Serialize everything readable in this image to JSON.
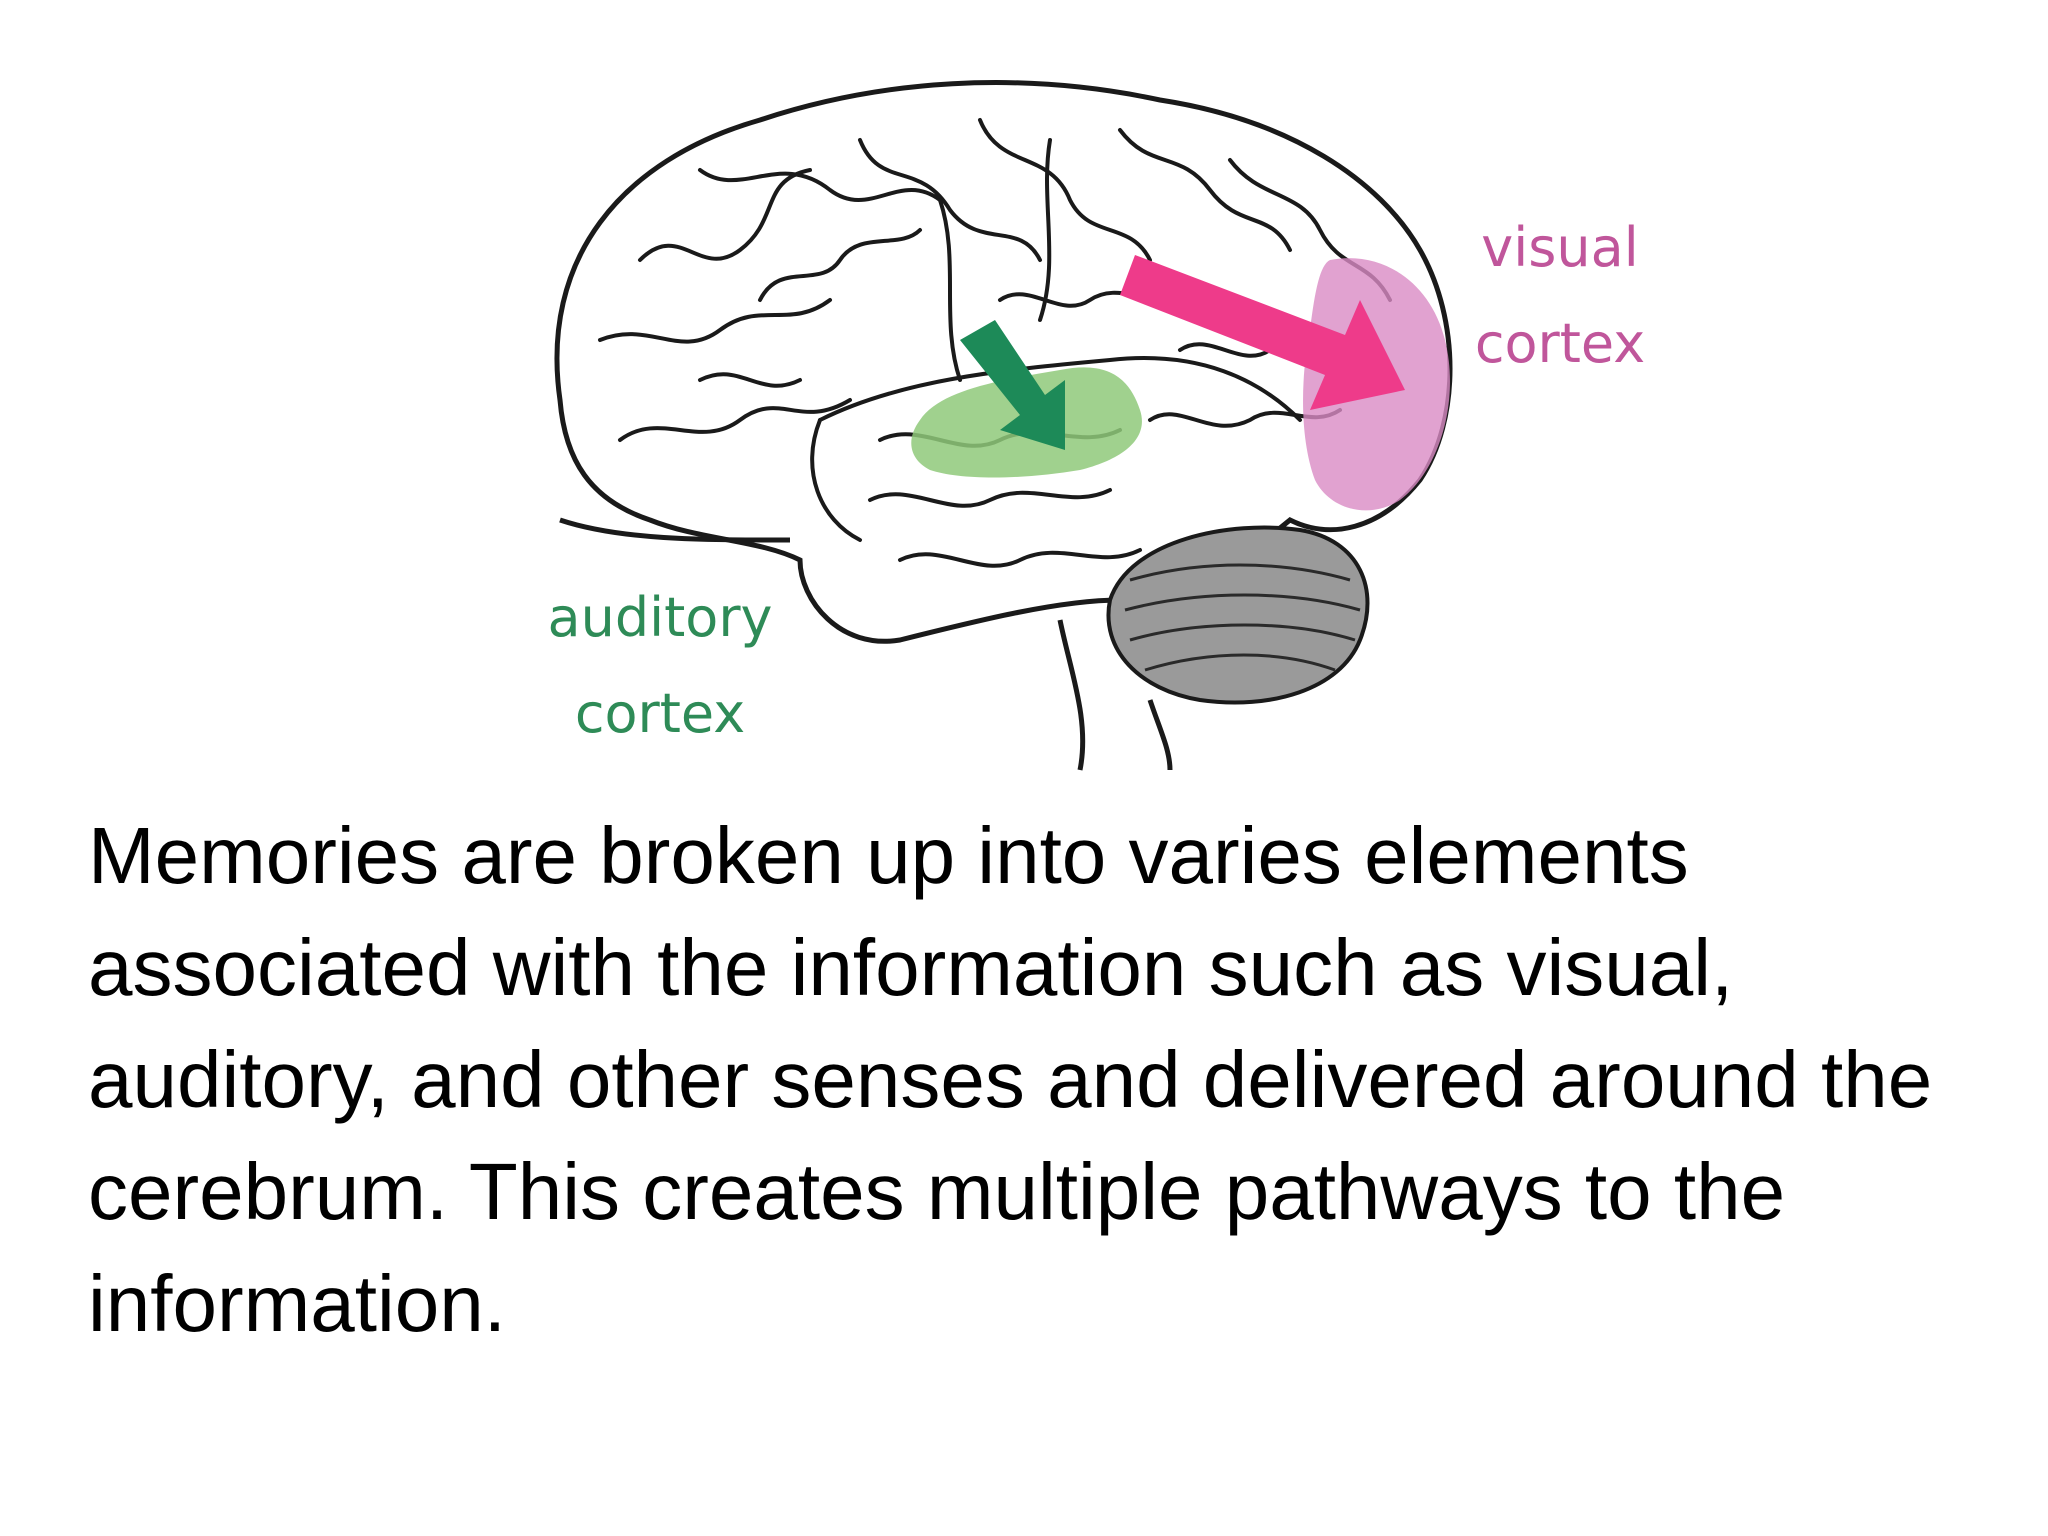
{
  "diagram": {
    "labels": {
      "visual_line1": "visual",
      "visual_line2": "cortex",
      "auditory_line1": "auditory",
      "auditory_line2": "cortex"
    },
    "colors": {
      "visual_region": "#d98bc4",
      "visual_arrow": "#ee3b8a",
      "auditory_region": "#8fc97a",
      "auditory_arrow": "#1d8a58",
      "visual_label": "#c0569b",
      "auditory_label": "#2e8b57"
    }
  },
  "caption": {
    "text": "Memories are broken up into varies elements associated with the information such as visual, auditory, and other senses and delivered around the cerebrum. This creates multiple pathways to the information."
  }
}
